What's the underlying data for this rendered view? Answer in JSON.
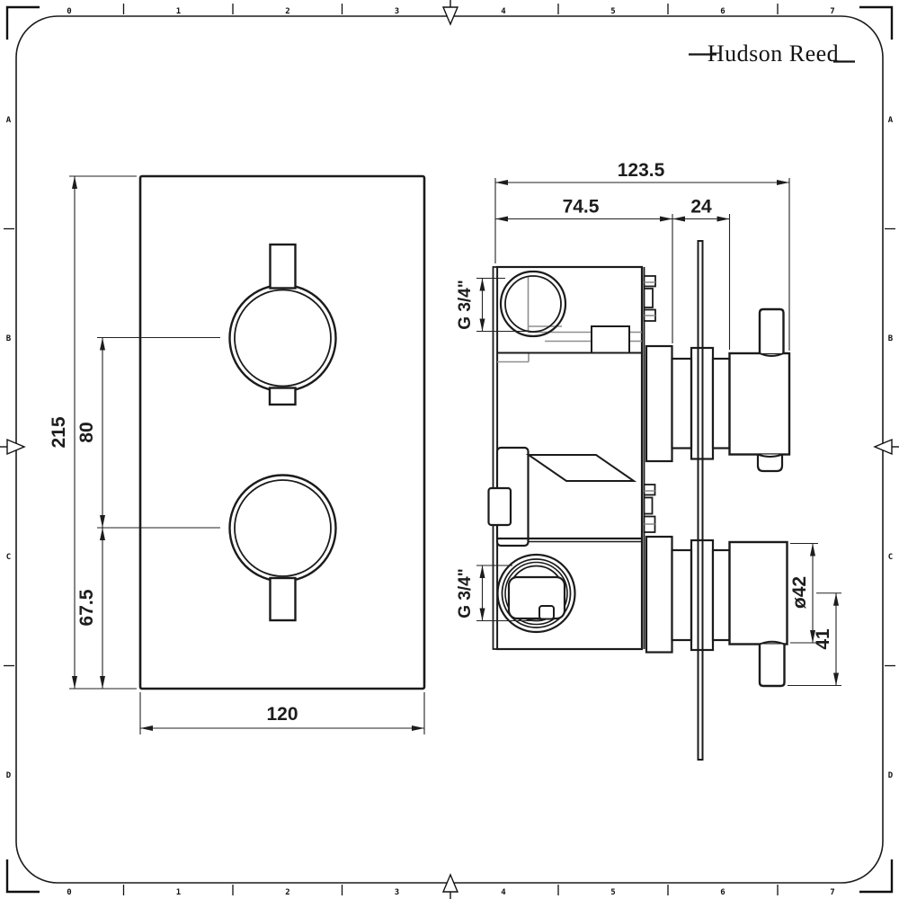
{
  "logo": {
    "text": "Hudson Reed"
  },
  "front_view": {
    "height": "215",
    "handle_spacing": "80",
    "handle_to_bottom": "67.5",
    "width": "120"
  },
  "side_view": {
    "total_depth": "123.5",
    "body_depth": "74.5",
    "recess_depth": "24",
    "top_port_thread": "G 3/4\"",
    "bottom_port_thread": "G 3/4\"",
    "handle_diameter": "ø42",
    "handle_projection": "41"
  },
  "ruler": {
    "numbers": [
      "0",
      "1",
      "2",
      "3",
      "4",
      "5",
      "6",
      "7"
    ],
    "letters": [
      "A",
      "B",
      "C",
      "D"
    ]
  },
  "colors": {
    "line": "#1b1b1b",
    "dim": "#222222",
    "hidden": "#8f8f8f",
    "background": "#ffffff"
  }
}
